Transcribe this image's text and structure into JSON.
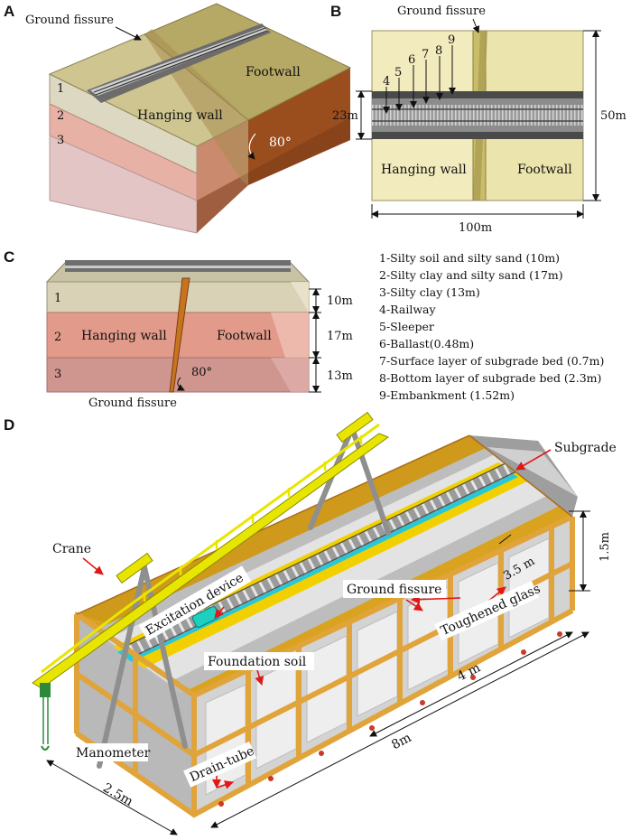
{
  "panelA": {
    "label": "A",
    "ground_fissure": "Ground fissure",
    "footwall": "Footwall",
    "hanging_wall": "Hanging wall",
    "layer1": "1",
    "layer2": "2",
    "layer3": "3",
    "angle": "80°"
  },
  "panelB": {
    "label": "B",
    "ground_fissure": "Ground fissure",
    "numbers": [
      "4",
      "5",
      "6",
      "7",
      "8",
      "9"
    ],
    "width_23": "23m",
    "height_50": "50m",
    "length_100": "100m",
    "hanging_wall": "Hanging wall",
    "footwall": "Footwall"
  },
  "panelC": {
    "label": "C",
    "layer1": "1",
    "layer2": "2",
    "layer3": "3",
    "hanging_wall": "Hanging wall",
    "footwall": "Footwall",
    "angle": "80°",
    "ground_fissure": "Ground fissure",
    "dim_10": "10m",
    "dim_17": "17m",
    "dim_13": "13m"
  },
  "legend": [
    "1-Silty soil and silty sand (10m)",
    "2-Silty clay and silty sand (17m)",
    "3-Silty clay  (13m)",
    "4-Railway",
    "5-Sleeper",
    "6-Ballast(0.48m)",
    "7-Surface layer of subgrade bed (0.7m)",
    "8-Bottom layer of subgrade bed (2.3m)",
    "9-Embankment (1.52m)"
  ],
  "panelD": {
    "label": "D",
    "subgrade": "Subgrade",
    "crane": "Crane",
    "dim_1_5": "1.5m",
    "dim_3_5": "3.5 m",
    "ground_fissure": "Ground fissure",
    "toughened_glass": "Toughened glass",
    "excitation_device": "Excitation device",
    "foundation_soil": "Foundation soil",
    "dim_4": "4 m",
    "manometer": "Manometer",
    "drain_tube": "Drain-tube",
    "dim_8": "8m",
    "dim_2_5": "2.5m"
  },
  "colors": {
    "footwall_top": "#b9ac6a",
    "hanging_top": "#c8bf86",
    "rail": "#555555",
    "layer1": "#d9d2b6",
    "layer2": "#d99a88",
    "layer3": "#c98e86",
    "frame": "#e0a43a",
    "soil_top": "#d9a320",
    "cyan": "#27c8d8",
    "crane": "#e8e600",
    "arrow_red": "#e01818"
  }
}
